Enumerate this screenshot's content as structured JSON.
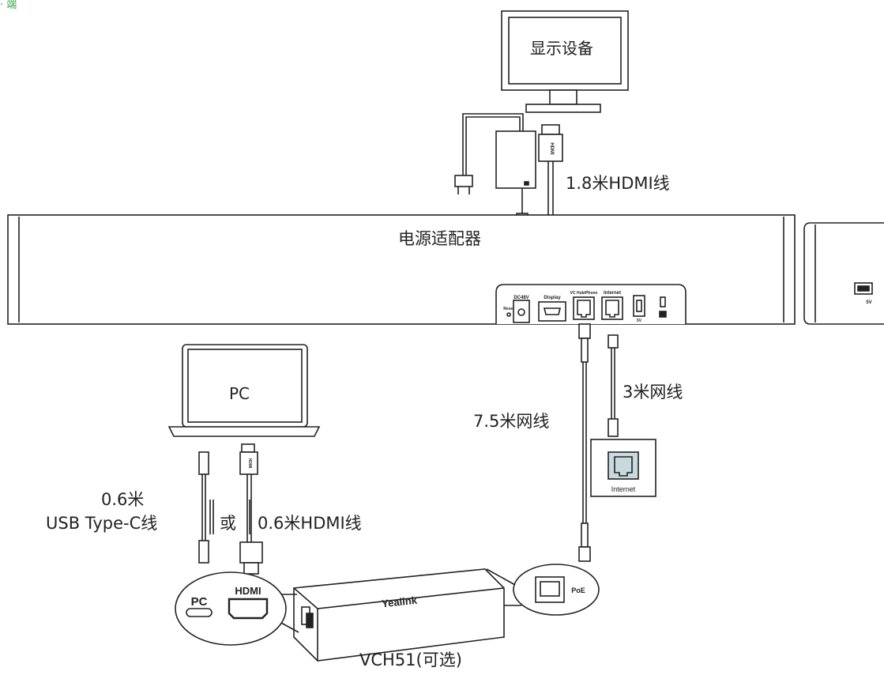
{
  "corner_mark": "· 端",
  "labels": {
    "display_device": "显示设备",
    "hdmi_cable_main": "1.8米HDMI线",
    "power_adapter": "电源适配器",
    "network_3m": "3米网线",
    "network_7_5m": "7.5米网线",
    "pc": "PC",
    "usb_len": "0.6米",
    "usb_cable": "USB Type-C线",
    "or": "或",
    "hdmi_cable_pc": "0.6米HDMI线",
    "vch51": "VCH51(可选)"
  },
  "ports": {
    "dc": "DC48V",
    "reset": "Reset",
    "display": "Display",
    "vc_hub": "VC Hub/Phone",
    "internet": "Internet",
    "usb_5v": "5V",
    "usb_side": "5V"
  },
  "plug_hdmi": "HDMI",
  "wall_internet": "Internet",
  "vch": {
    "brand": "Yealink",
    "pc_port": "PC",
    "hdmi_port": "HDMI",
    "poe": "PoE"
  }
}
